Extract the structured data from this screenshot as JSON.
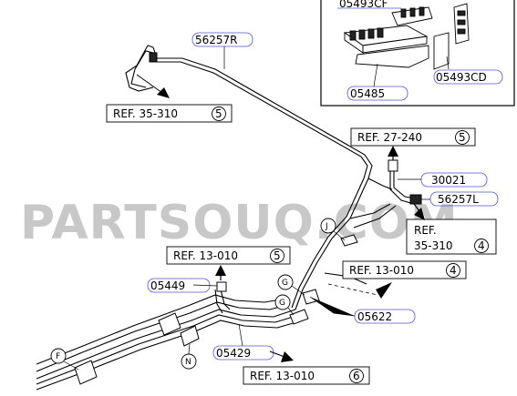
{
  "watermark": "PARTSOUQ.COM",
  "part_labels": {
    "p05493CF": "05493CF",
    "p05493CD": "05493CD",
    "p05485": "05485",
    "p56257R": "56257R",
    "p30021": "30021",
    "p56257L": "56257L",
    "p05449": "05449",
    "p05622": "05622",
    "p05429": "05429"
  },
  "refs": {
    "ref35_310_top": {
      "text": "REF. 35-310",
      "num": "5"
    },
    "ref27_240": {
      "text": "REF. 27-240",
      "num": "5"
    },
    "ref35_310_right": {
      "line1": "REF.",
      "line2": "35-310",
      "num": "4"
    },
    "ref13_010_left": {
      "text": "REF. 13-010",
      "num": "5"
    },
    "ref13_010_mid": {
      "text": "REF. 13-010",
      "num": "4"
    },
    "ref13_010_bottom": {
      "text": "REF. 13-010",
      "num": "6"
    }
  },
  "callouts": {
    "J": "J",
    "G1": "G",
    "G2": "G",
    "F": "F",
    "N": "N"
  },
  "colors": {
    "leader_line": "#5555cc",
    "watermark": "#c8c8c8",
    "ink": "#000000"
  }
}
